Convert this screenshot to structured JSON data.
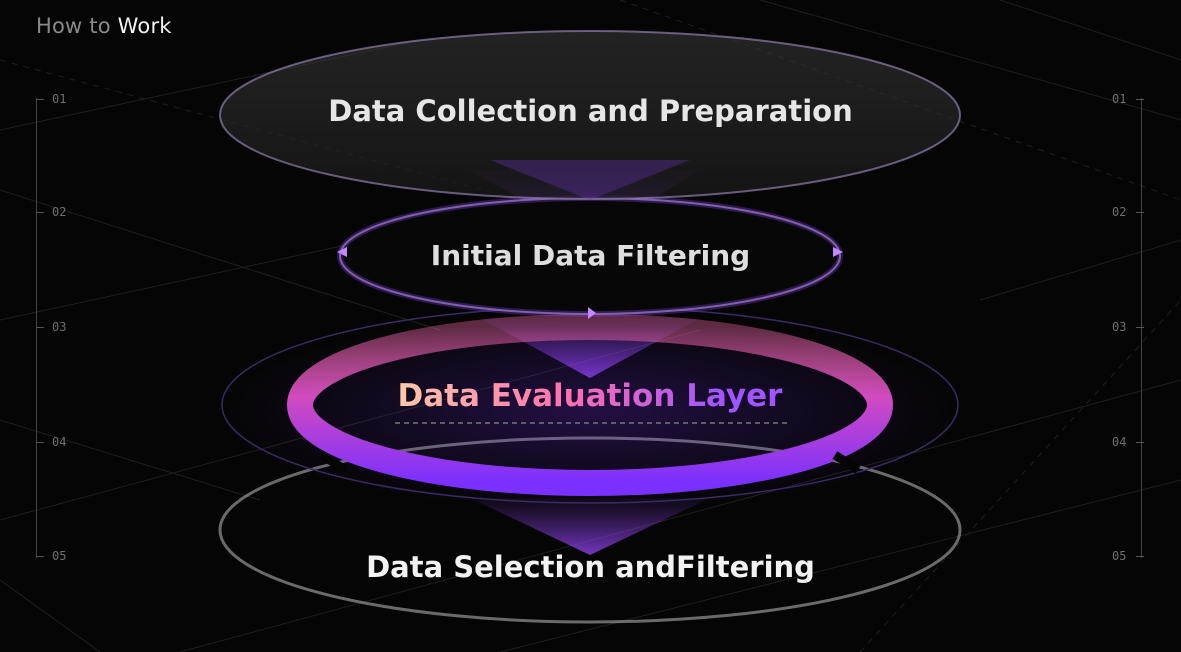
{
  "header": {
    "prefix": "How to",
    "highlight": "Work"
  },
  "scale_ticks": [
    "01",
    "02",
    "03",
    "04",
    "05"
  ],
  "layers": [
    {
      "label": "Data Collection and Preparation"
    },
    {
      "label": "Initial Data Filtering"
    },
    {
      "label": "Data Evaluation Layer"
    },
    {
      "label": "Data Selection andFiltering"
    }
  ],
  "colors": {
    "background": "#050505",
    "accent_purple": "#8a3bff",
    "accent_pink": "#ff5fa8",
    "accent_peach": "#ffc7a0",
    "text": "#efefef"
  }
}
